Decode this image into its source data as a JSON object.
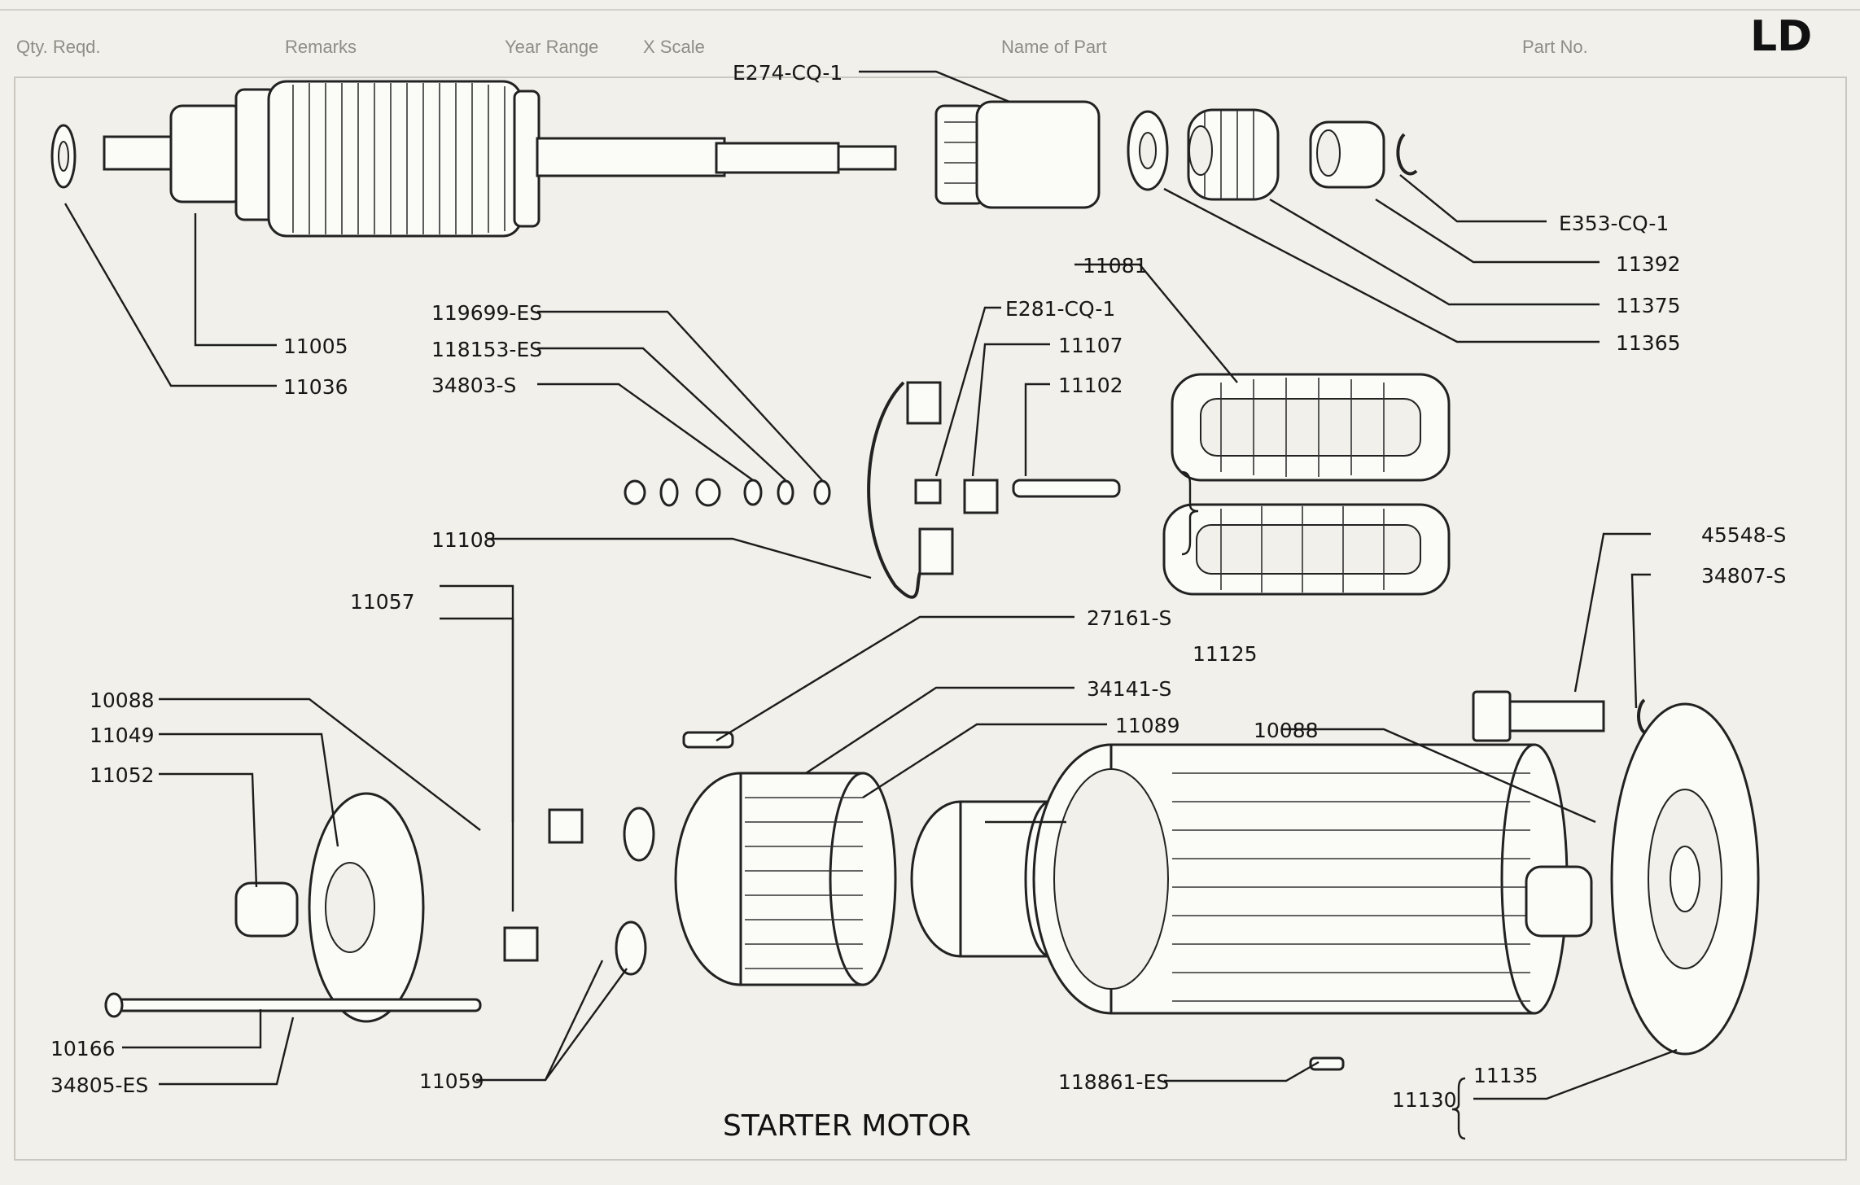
{
  "header": {
    "sheet_code": "LD",
    "background_columns": [
      "Part No.",
      "Name of Part",
      "X Scale",
      "Year Range",
      "Remarks",
      "Qty. Reqd."
    ]
  },
  "caption": "STARTER MOTOR",
  "callouts": {
    "armature_end_washer": "11005",
    "armature": "11036",
    "drive_pinion": "E274-CQ-1",
    "retainer_ring": "E353-CQ-1",
    "drive_spring_cup": "11392",
    "drive_spring": "11375",
    "thrust_washer": "11365",
    "lock_washer": "119699-ES",
    "washer_small": "118153-ES",
    "nut": "34803-S",
    "brush_bushing": "E281-CQ-1",
    "terminal_bolt": "11107",
    "terminal_insulator": "11102",
    "field_coil": "11081",
    "brush_lead": "11108",
    "brush_set": "11057",
    "cap_screw": "45548-S",
    "cap_screw_lockwasher": "34807-S",
    "band_screw": "27161-S",
    "band_nut": "34141-S",
    "cover_band_group": "11125",
    "band_insulator": "11089",
    "oil_wick_left": "10088",
    "oil_wick_right": "10088",
    "commutator_end_plate": "11049",
    "bushing_left": "11052",
    "through_bolt": "10166",
    "through_bolt_lockwasher": "34805-ES",
    "brush_spring": "11059",
    "pole_screw": "118861-ES",
    "drive_end_plate": "11135",
    "drive_end_assembly": "11130"
  }
}
